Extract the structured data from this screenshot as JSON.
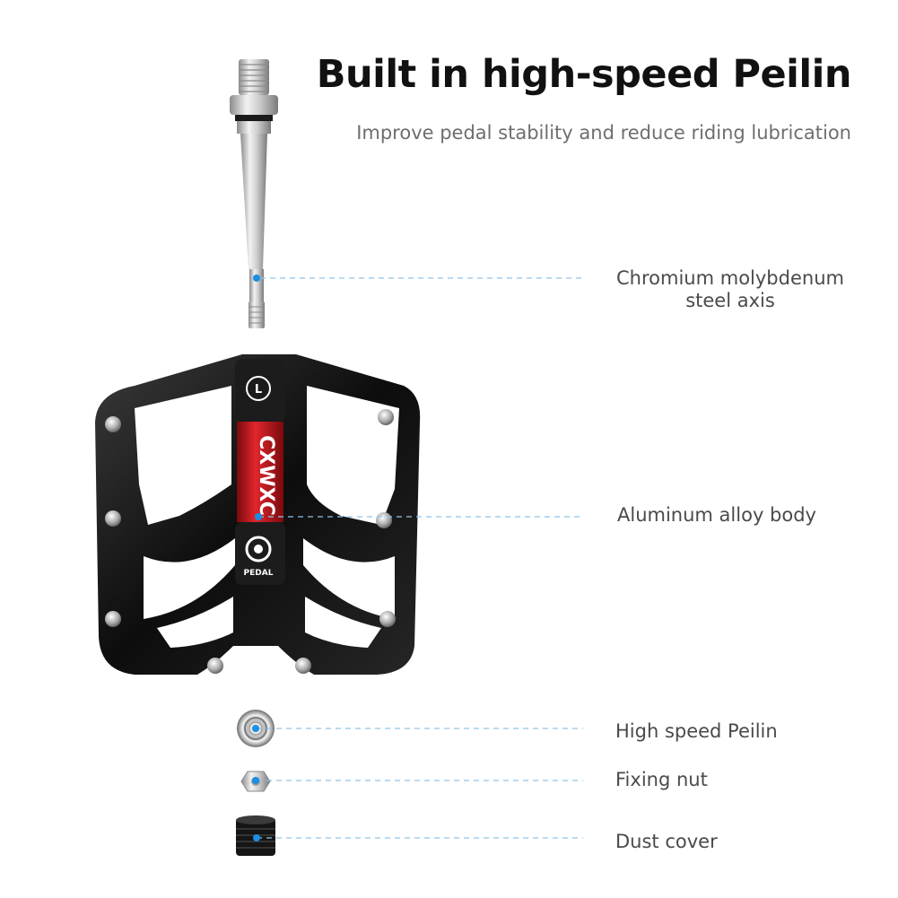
{
  "header": {
    "title": "Built in high-speed Peilin",
    "subtitle": "Improve pedal stability and reduce riding lubrication"
  },
  "callouts": {
    "axis": {
      "line1": "Chromium molybdenum",
      "line2": "steel axis"
    },
    "body": "Aluminum alloy body",
    "bearing": "High speed Peilin",
    "nut": "Fixing nut",
    "dust_cover": "Dust cover"
  },
  "branding": {
    "spindle_text": "CXWXC",
    "logo_text": "PEDAL",
    "side_marker": "L"
  },
  "colors": {
    "accent_dot": "#1a8fe3",
    "leader_line": "#8fc4ea",
    "body": "#111111",
    "spindle_red": "#c0131b",
    "steel": "#c8c8c8"
  }
}
